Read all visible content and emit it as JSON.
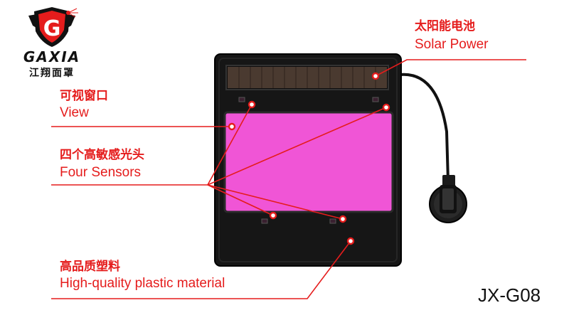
{
  "colors": {
    "accent": "#e51c1c",
    "text_dark": "#111111",
    "body_black": "#161616",
    "view_pink": "#f055d6",
    "cable": "#111111"
  },
  "logo": {
    "letter": "G",
    "brand": "GAXIA",
    "chinese": "江翔面罩"
  },
  "callouts": {
    "solar": {
      "cn": "太阳能电池",
      "en": "Solar Power"
    },
    "view": {
      "cn": "可视窗口",
      "en": "View"
    },
    "sensors": {
      "cn": "四个高敏感光头",
      "en": "Four Sensors"
    },
    "plastic": {
      "cn": "高品质塑料",
      "en": "High-quality plastic material"
    }
  },
  "model": "JX-G08"
}
